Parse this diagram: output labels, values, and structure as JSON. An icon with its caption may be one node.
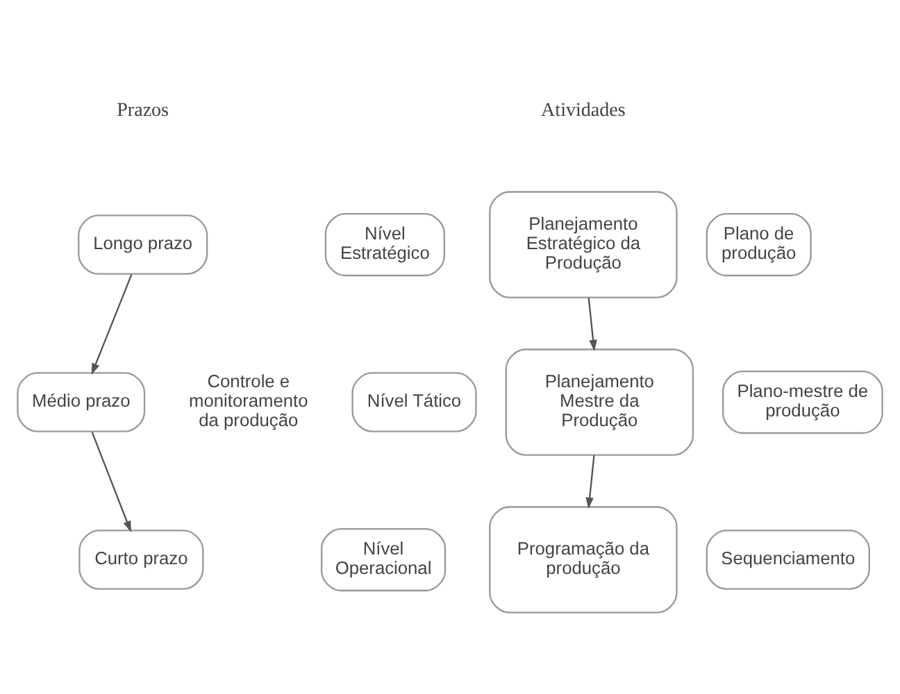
{
  "diagram": {
    "nodes": [
      {
        "text": [
          "Longo prazo"
        ]
      },
      {
        "text": [
          "Médio prazo"
        ]
      },
      {
        "text": [
          "Curto prazo"
        ]
      },
      {
        "text": [
          "Planejamento Estratégico da Produção"
        ]
      },
      {
        "text": [
          "Nível Estratégico"
        ]
      },
      {
        "text": [
          "Plano de produção"
        ]
      },
      {
        "text": [
          "Planejamento Mestre da Produção"
        ]
      },
      {
        "text": [
          "Nível Tático"
        ]
      },
      {
        "text": [
          "Plano-mestre de produção"
        ]
      },
      {
        "text": [
          "Programação da produção"
        ]
      },
      {
        "text": [
          "Nível Operacional"
        ]
      },
      {
        "text": [
          "Sequenciamento"
        ]
      }
    ],
    "edges": [
      {
        "from": 0,
        "to": 1,
        "arrow": "to"
      },
      {
        "from": 1,
        "to": 2,
        "arrow": "to"
      },
      {
        "from": 3,
        "to": 6,
        "arrow": "to"
      },
      {
        "from": 6,
        "to": 9,
        "arrow": "to"
      }
    ],
    "labels": [
      "Prazos",
      "Atividades",
      "Controle e monitoramento da produção"
    ]
  }
}
